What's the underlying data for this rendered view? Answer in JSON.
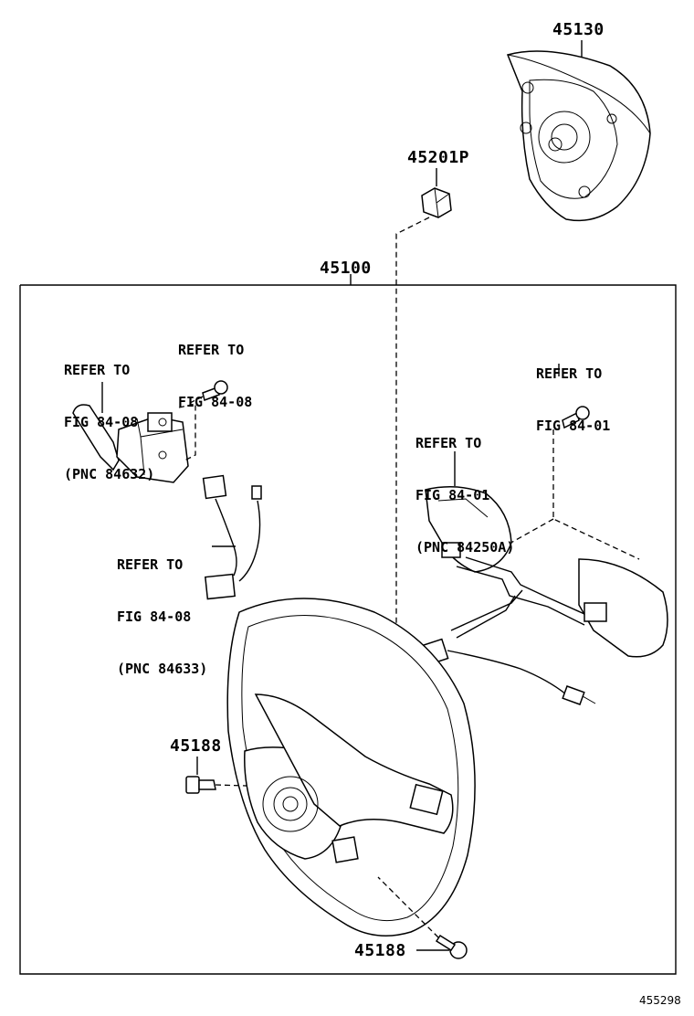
{
  "parts": {
    "airbag": "45130",
    "damper": "45201P",
    "assembly": "45100",
    "screw_left": "45188",
    "screw_bottom": "45188"
  },
  "refs": {
    "combination_switch": {
      "line1": "REFER TO",
      "line2": "FIG 84-08",
      "line3": "(PNC 84632)"
    },
    "switch_screw": {
      "line1": "REFER TO",
      "line2": "FIG 84-08"
    },
    "wire_harness": {
      "line1": "REFER TO",
      "line2": "FIG 84-08",
      "line3": "(PNC 84633)"
    },
    "right_screw": {
      "line1": "REFER TO",
      "line2": "FIG 84-01"
    },
    "steering_pad_switch": {
      "line1": "REFER TO",
      "line2": "FIG 84-01",
      "line3": "(PNC 84250A)"
    }
  },
  "figure_id": "455298"
}
